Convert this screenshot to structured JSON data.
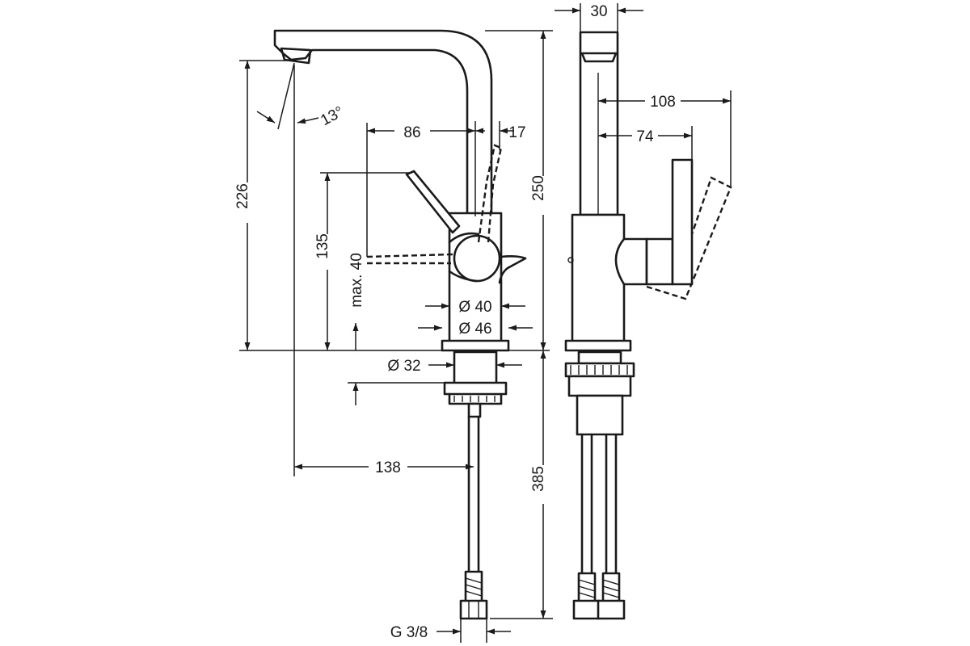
{
  "dimensions": {
    "top_width": "30",
    "spout_angle": "13°",
    "lever_to_spout": "86",
    "spout_offset": "17",
    "reach_side": "108",
    "lever_side": "74",
    "spout_height": "226",
    "lever_height": "135",
    "deck_thickness": "max. 40",
    "total_height": "250",
    "body_diameter": "Ø 40",
    "base_diameter": "Ø 46",
    "hole_diameter": "Ø 32",
    "reach": "138",
    "hose_length": "385",
    "connection": "G 3/8"
  }
}
